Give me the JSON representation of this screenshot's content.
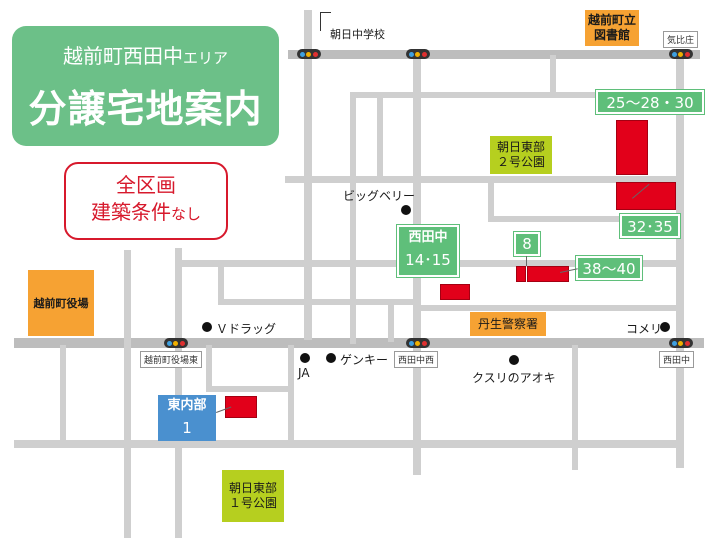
{
  "title": {
    "area": "越前町西田中",
    "area_suffix": "エリア",
    "main": "分譲宅地案内"
  },
  "notice": {
    "line1": "全区画",
    "line2": "建築条件",
    "line2_suffix": "なし"
  },
  "colors": {
    "title_bg": "#6cc088",
    "lot": "#e2001a",
    "lot_label_bg": "#5fbf7a",
    "east_lot_bg": "#4a90cf",
    "park_bg": "#b6cf1f",
    "facility_bg": "#f6a233",
    "road": "#cfcfcf",
    "notice_border": "#d7192c"
  },
  "facilities": {
    "library": [
      "越前町立",
      "図書館"
    ],
    "town_office": "越前町役場",
    "police": "丹生警察署",
    "park_east2": [
      "朝日東部",
      "２号公園"
    ],
    "park_east1": [
      "朝日東部",
      "１号公園"
    ]
  },
  "landmarks": {
    "school": "朝日中学校",
    "bigbelly": "ビッグベリー",
    "vdrug": "Ｖドラッグ",
    "ja": "JA",
    "genky": "ゲンキー",
    "kusuri_aoki": "クスリのアオキ",
    "komeri": "コメリ"
  },
  "signals": {
    "kehisho": "気比庄",
    "yakuba_higashi": "越前町役場東",
    "nishitanaka_nishi": "西田中西",
    "nishitanaka": "西田中"
  },
  "lots": {
    "lots_25_30": "25～28・30",
    "lots_32_35": "32･35",
    "lot_8": "8",
    "lots_38_40": "38～40",
    "nishitanaka_title": "西田中",
    "lots_14_15": "14･15",
    "higashiuchibe_title": "東内部",
    "lot_1": "1"
  }
}
